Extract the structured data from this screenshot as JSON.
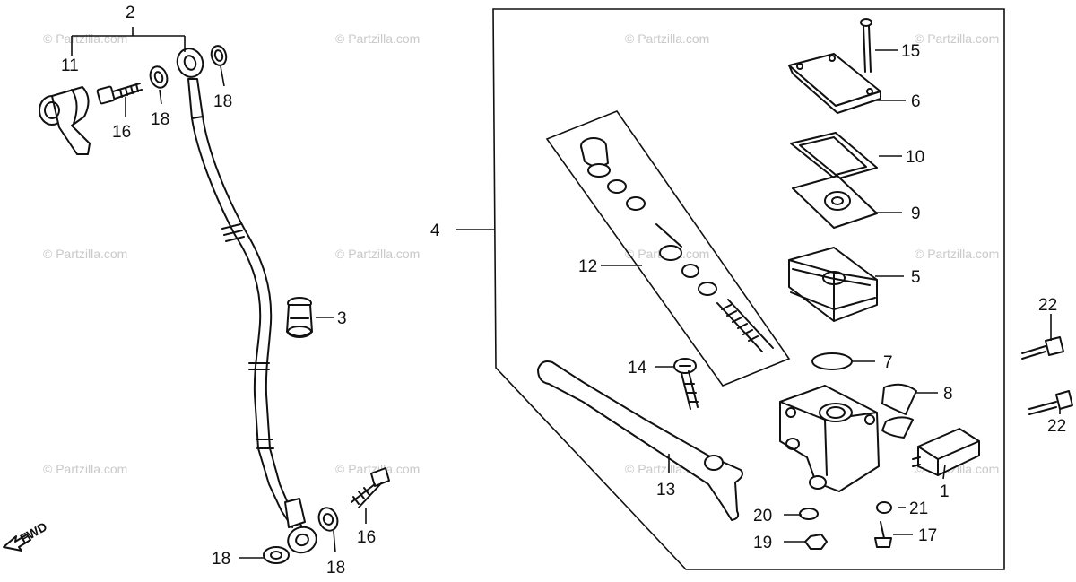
{
  "watermark": "© Partzilla.com",
  "fwd_label": "FWD",
  "callouts": {
    "c1": "1",
    "c2": "2",
    "c3": "3",
    "c4": "4",
    "c5": "5",
    "c6": "6",
    "c7": "7",
    "c8": "8",
    "c9": "9",
    "c10": "10",
    "c11": "11",
    "c12": "12",
    "c13": "13",
    "c14": "14",
    "c15": "15",
    "c16a": "16",
    "c16b": "16",
    "c17": "17",
    "c18a": "18",
    "c18b": "18",
    "c18c": "18",
    "c18d": "18",
    "c19": "19",
    "c20": "20",
    "c21": "21",
    "c22a": "22",
    "c22b": "22"
  },
  "part_icons": [
    "master-cylinder-body-icon",
    "brake-hose-icon",
    "grommet-icon",
    "reservoir-icon",
    "reservoir-cap-icon",
    "washer-icon",
    "brake-lever-icon",
    "piston-kit-icon",
    "bolt-icon"
  ]
}
